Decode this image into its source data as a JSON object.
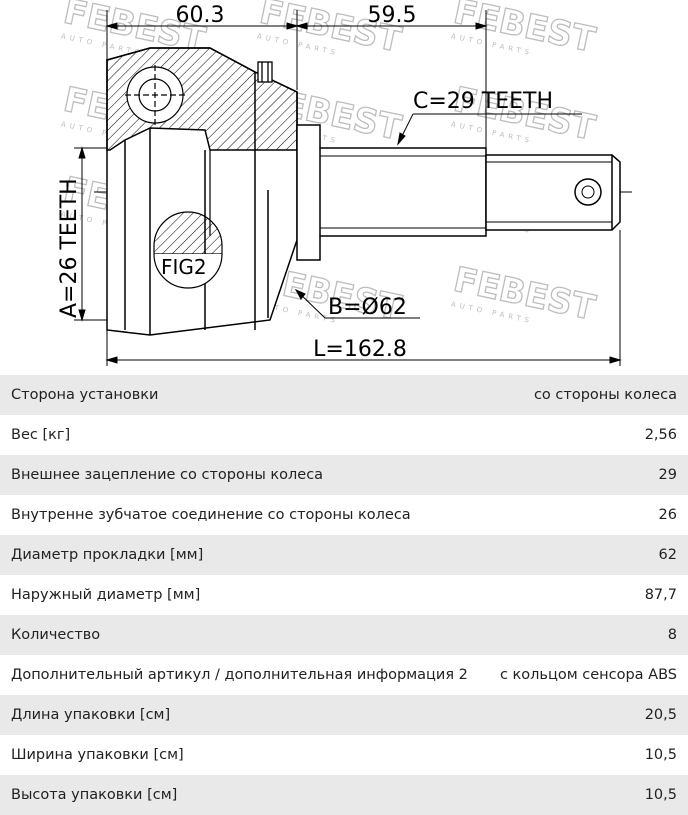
{
  "drawing": {
    "watermark": "FEBEST",
    "watermark_sub": "AUTO PARTS",
    "dim_a": "60.3",
    "dim_b": "59.5",
    "label_c": "C=29 TEETH",
    "label_a": "A=26 TEETH",
    "label_fig": "FIG2",
    "label_b": "B=Ø62",
    "label_l": "L=162.8"
  },
  "specs": [
    {
      "label": "Сторона установки",
      "value": "со стороны колеса"
    },
    {
      "label": "Вес [кг]",
      "value": "2,56"
    },
    {
      "label": "Внешнее зацепление со стороны колеса",
      "value": "29"
    },
    {
      "label": "Внутренне зубчатое соединение со стороны колеса",
      "value": "26"
    },
    {
      "label": "Диаметр прокладки [мм]",
      "value": "62"
    },
    {
      "label": "Наружный диаметр [мм]",
      "value": "87,7"
    },
    {
      "label": "Количество",
      "value": "8"
    },
    {
      "label": "Дополнительный артикул / дополнительная информация 2",
      "value": "с кольцом сенсора ABS"
    },
    {
      "label": "Длина упаковки [см]",
      "value": "20,5"
    },
    {
      "label": "Ширина упаковки [см]",
      "value": "10,5"
    },
    {
      "label": "Высота упаковки [см]",
      "value": "10,5"
    }
  ]
}
